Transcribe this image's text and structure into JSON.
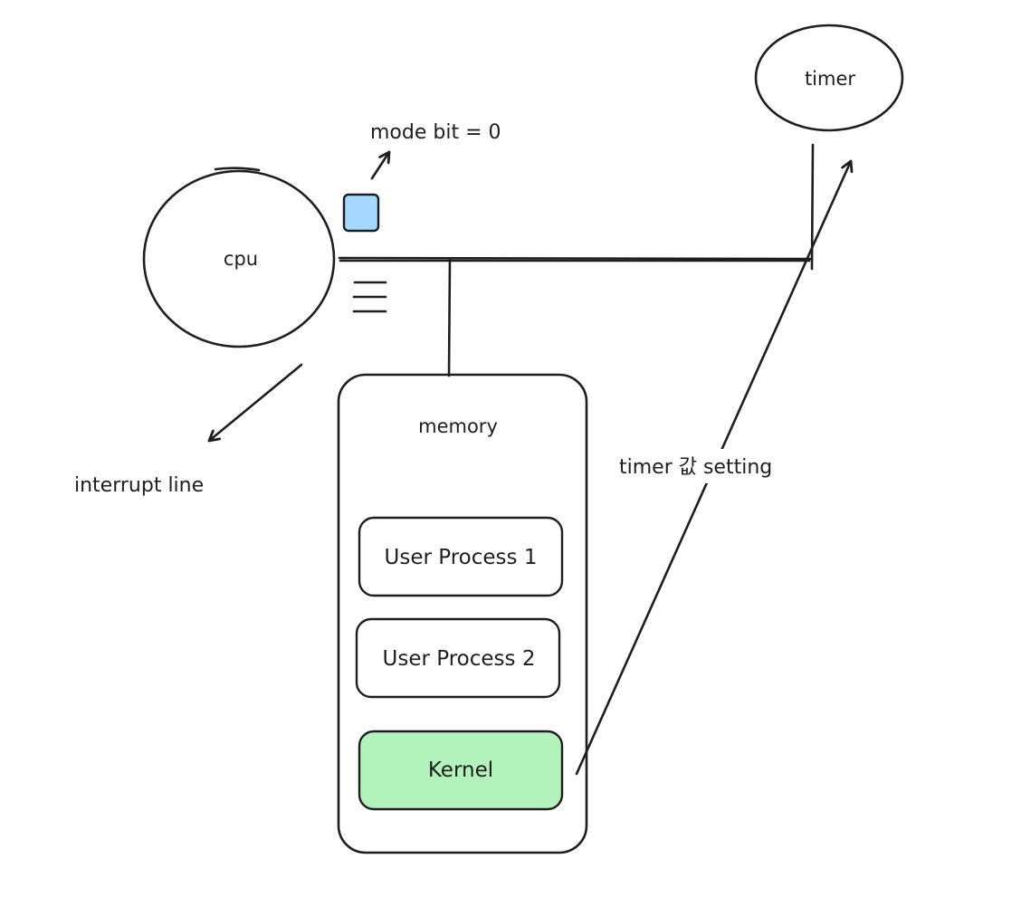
{
  "diagram": {
    "cpu": {
      "label": "cpu"
    },
    "timer": {
      "label": "timer"
    },
    "mode_bit": {
      "label": "mode bit = 0",
      "register_color": "#a5d8ff"
    },
    "memory": {
      "label": "memory",
      "blocks": [
        {
          "label": "User Process 1",
          "fill": "#ffffff"
        },
        {
          "label": "User Process 2",
          "fill": "#ffffff"
        },
        {
          "label": "Kernel",
          "fill": "#b2f2bb"
        }
      ]
    },
    "interrupt_line": {
      "label": "interrupt line"
    },
    "timer_setting": {
      "label": "timer 값 setting"
    },
    "colors": {
      "stroke": "#1e1e1e",
      "background": "#ffffff"
    }
  }
}
